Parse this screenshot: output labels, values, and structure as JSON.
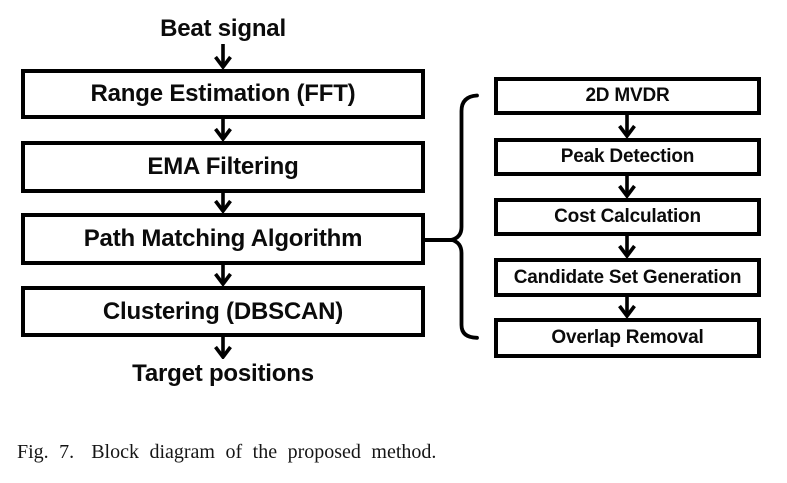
{
  "figure": {
    "caption": {
      "label": "Fig. 7.",
      "text": "Block diagram of the proposed method."
    }
  },
  "diagram": {
    "colors": {
      "line": "#000000",
      "text": "#0b0b0b",
      "box_fill": "#ffffff",
      "background": "#ffffff"
    },
    "main_flow": {
      "input_label": "Beat signal",
      "steps": [
        {
          "label": "Range Estimation (FFT)"
        },
        {
          "label": "EMA Filtering"
        },
        {
          "label": "Path Matching Algorithm"
        },
        {
          "label": "Clustering (DBSCAN)"
        }
      ],
      "output_label": "Target positions"
    },
    "sub_flow": {
      "steps": [
        {
          "label": "2D MVDR"
        },
        {
          "label": "Peak Detection"
        },
        {
          "label": "Cost Calculation"
        },
        {
          "label": "Candidate Set Generation"
        },
        {
          "label": "Overlap Removal"
        }
      ]
    }
  }
}
